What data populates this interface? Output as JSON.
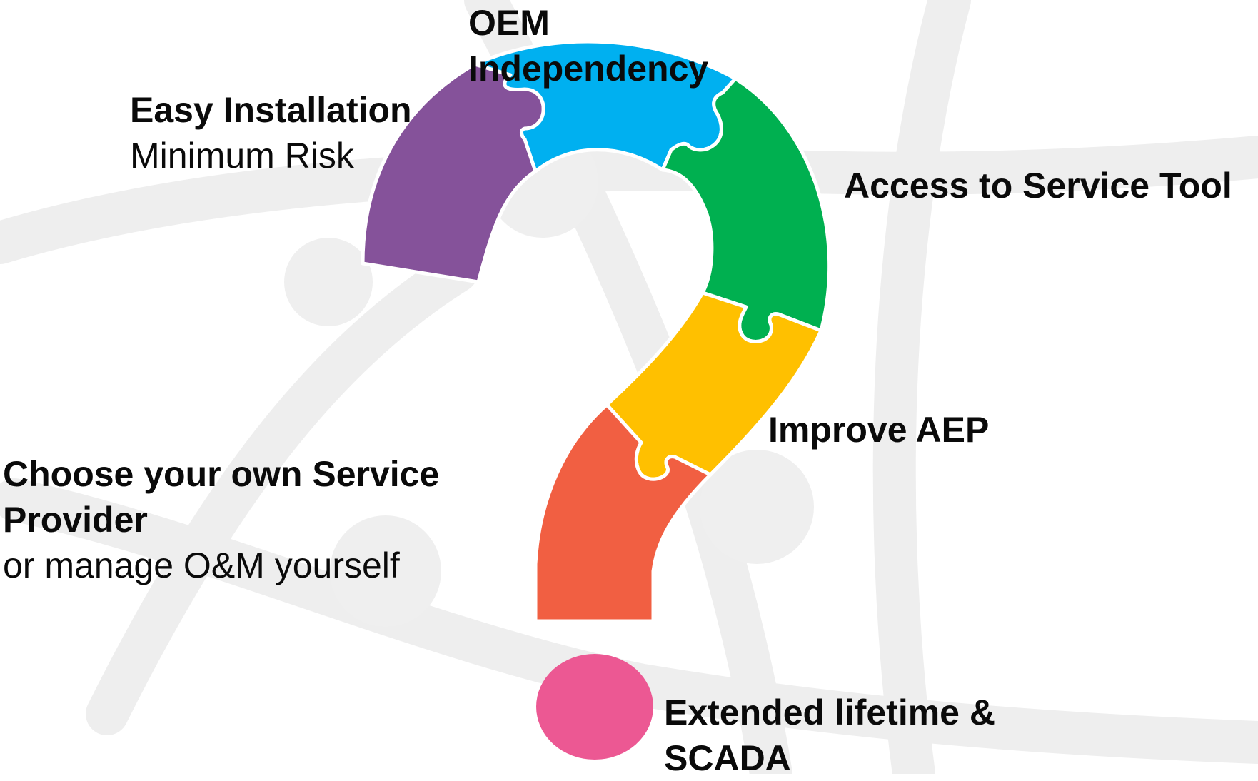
{
  "colors": {
    "purple": "#85529A",
    "blue": "#00B0F0",
    "green": "#00B050",
    "yellow": "#FFC000",
    "orange": "#F15F42",
    "pink": "#EC5893",
    "background_watermark": "#EEEEEE"
  },
  "pieces": [
    {
      "id": "purple",
      "title": "Easy Installation",
      "subtitle": "Minimum Risk"
    },
    {
      "id": "blue",
      "title_line1": "OEM",
      "title_line2": "Independency"
    },
    {
      "id": "green",
      "title": "Access to Service Tool"
    },
    {
      "id": "yellow",
      "title": "Improve AEP"
    },
    {
      "id": "orange",
      "title_line1": "Choose your own Service",
      "title_line2": "Provider",
      "subtitle": "or manage O&M yourself"
    },
    {
      "id": "pink",
      "title_line1": "Extended lifetime &",
      "title_line2": "SCADA"
    }
  ]
}
